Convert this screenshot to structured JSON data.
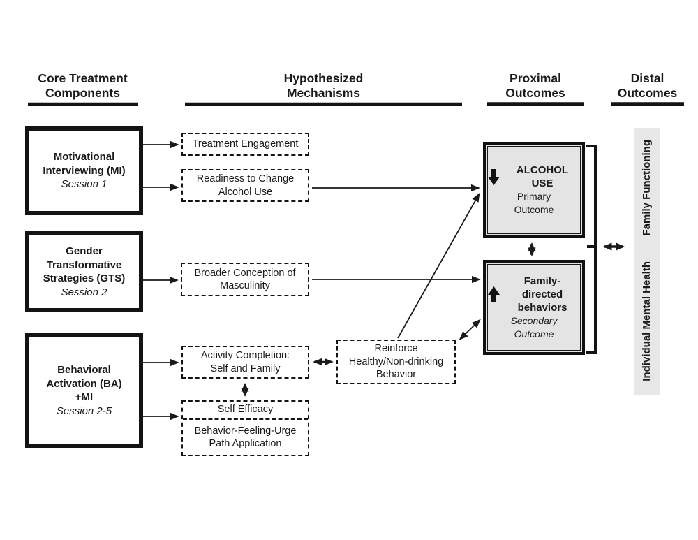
{
  "headers": {
    "core": {
      "line1": "Core Treatment",
      "line2": "Components"
    },
    "mechanisms": {
      "line1": "Hypothesized",
      "line2": "Mechanisms"
    },
    "proximal": {
      "line1": "Proximal",
      "line2": "Outcomes"
    },
    "distal": {
      "line1": "Distal",
      "line2": "Outcomes"
    }
  },
  "components": {
    "mi": {
      "title1": "Motivational",
      "title2": "Interviewing (MI)",
      "session": "Session 1"
    },
    "gts": {
      "title1": "Gender",
      "title2": "Transformative",
      "title3": "Strategies (GTS)",
      "session": "Session 2"
    },
    "ba": {
      "title1": "Behavioral",
      "title2": "Activation (BA)",
      "title3": "+MI",
      "session": "Session 2-5"
    }
  },
  "mechanisms": {
    "treatment_engagement": {
      "line1": "Treatment Engagement"
    },
    "readiness_to_change": {
      "line1": "Readiness to Change",
      "line2": "Alcohol Use"
    },
    "broader_masculinity": {
      "line1": "Broader Conception of",
      "line2": "Masculinity"
    },
    "activity_completion": {
      "line1": "Activity Completion:",
      "line2": "Self and Family"
    },
    "self_efficacy": {
      "line1": "Self Efficacy"
    },
    "path_application": {
      "line1": "Behavior-Feeling-Urge",
      "line2": "Path Application"
    },
    "reinforce": {
      "line1": "Reinforce",
      "line2": "Healthy/Non-drinking",
      "line3": "Behavior"
    }
  },
  "proximal_outcomes": {
    "alcohol_use": {
      "icon": "decrease-arrow-icon",
      "title": "ALCOHOL USE",
      "sub1": "Primary",
      "sub2": "Outcome"
    },
    "family_behaviors": {
      "icon": "increase-arrow-icon",
      "title1": "Family-directed",
      "title2": "behaviors",
      "sub1": "Secondary",
      "sub2": "Outcome"
    }
  },
  "distal_outcomes": {
    "upper": "Family Functioning",
    "lower": "Individual Mental Health"
  },
  "colors": {
    "outcome_fill": "#e4e4e4",
    "distal_bar_fill": "#e7e7e7",
    "line": "#1a1a1a",
    "background": "#ffffff"
  }
}
